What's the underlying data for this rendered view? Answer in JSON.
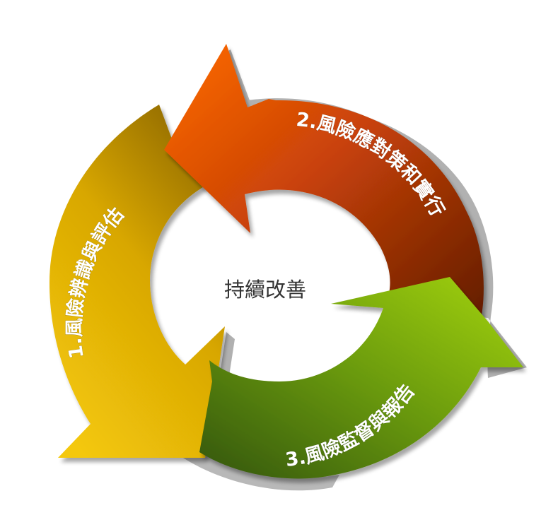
{
  "center_label": "持續改善",
  "steps": [
    {
      "label": "1.風險辨識與評估",
      "color_start": "#f2c40c",
      "color_end": "#9a6d05"
    },
    {
      "label": "2.風險應對策和實行",
      "color_start": "#ff6a00",
      "color_end": "#6b1e02"
    },
    {
      "label": "3.風險監督與報告",
      "color_start": "#9ccc10",
      "color_end": "#3a5f0a"
    }
  ]
}
